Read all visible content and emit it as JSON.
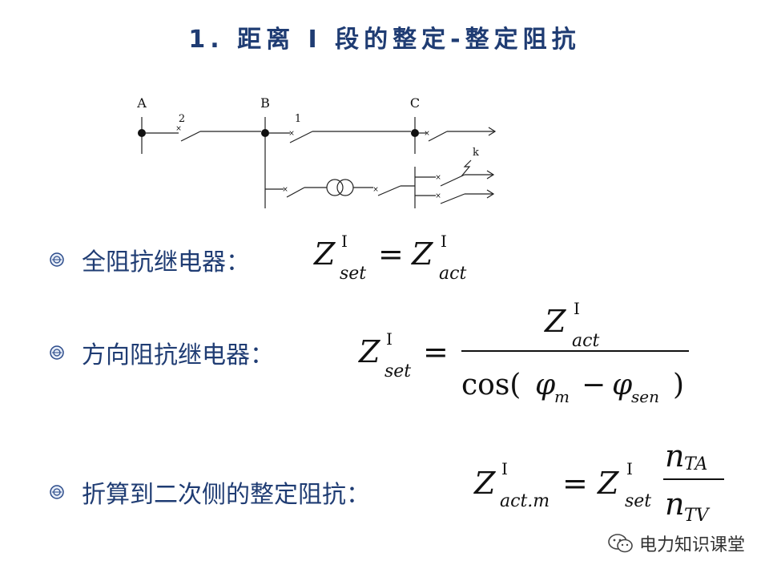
{
  "title": "1. 距离 I 段的整定-整定阻抗",
  "diagram": {
    "bus_labels": [
      "A",
      "B",
      "C"
    ],
    "breaker_labels": [
      "2",
      "1"
    ],
    "fault_label": "k"
  },
  "bullets": [
    {
      "text": "全阻抗继电器："
    },
    {
      "text": "方向阻抗继电器："
    },
    {
      "text": "折算到二次侧的整定阻抗："
    }
  ],
  "formulas": {
    "f1": {
      "lhs_main": "Z",
      "lhs_sup": "I",
      "lhs_sub": "set",
      "eq": "=",
      "rhs_main": "Z",
      "rhs_sup": "I",
      "rhs_sub": "act"
    },
    "f2": {
      "lhs_main": "Z",
      "lhs_sup": "I",
      "lhs_sub": "set",
      "eq": "=",
      "num_main": "Z",
      "num_sup": "I",
      "num_sub": "act",
      "den_func": "cos(",
      "phi": "φ",
      "phi_sub_1": "m",
      "minus": "−",
      "phi_sub_2": "sen",
      "close": ")"
    },
    "f3": {
      "lhs_main": "Z",
      "lhs_sup": "I",
      "lhs_sub": "act.m",
      "eq": "=",
      "rhs_main": "Z",
      "rhs_sup": "I",
      "rhs_sub": "set",
      "num_n": "n",
      "num_sub": "TA",
      "den_n": "n",
      "den_sub": "TV"
    }
  },
  "watermark": {
    "text": "电力知识课堂",
    "icon": "wechat-icon"
  },
  "colors": {
    "title": "#1f3c73",
    "text": "#1f3c73",
    "bullet": "#2a4a8a"
  }
}
